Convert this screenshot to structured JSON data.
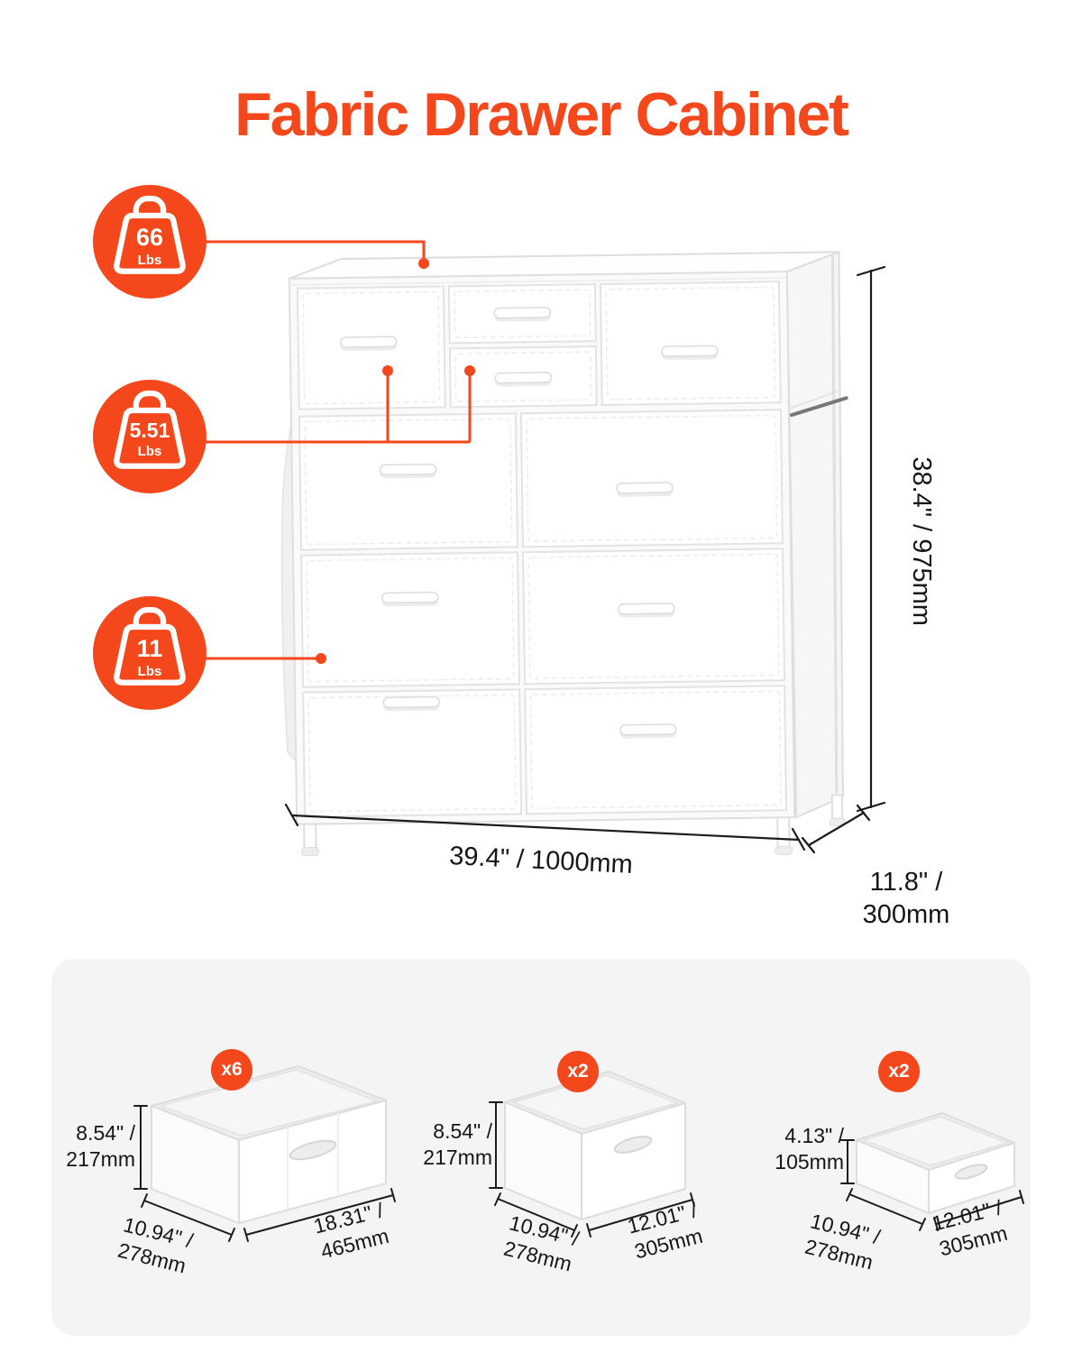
{
  "colors": {
    "accent": "#F4481C",
    "panel_bg": "#F4F4F5",
    "line": "#1C1C1C"
  },
  "header": {
    "title": "Fabric Drawer Cabinet"
  },
  "weight_badges": [
    {
      "id": "top-surface-capacity",
      "value": "66",
      "unit": "Lbs"
    },
    {
      "id": "small-drawer-capacity",
      "value": "5.51",
      "unit": "Lbs"
    },
    {
      "id": "large-drawer-capacity",
      "value": "11",
      "unit": "Lbs"
    }
  ],
  "cabinet_dimensions": {
    "height": "38.4\" / 975mm",
    "width": "39.4\" / 1000mm",
    "depth_line1": "11.8\" /",
    "depth_line2": "300mm"
  },
  "bins": [
    {
      "count": "x6",
      "height_line1": "8.54\" /",
      "height_line2": "217mm",
      "depth_line1": "10.94\" /",
      "depth_line2": "278mm",
      "width_line1": "18.31\" /",
      "width_line2": "465mm"
    },
    {
      "count": "x2",
      "height_line1": "8.54\" /",
      "height_line2": "217mm",
      "depth_line1": "10.94\" /",
      "depth_line2": "278mm",
      "width_line1": "12.01\" /",
      "width_line2": "305mm"
    },
    {
      "count": "x2",
      "height_line1": "4.13\" /",
      "height_line2": "105mm",
      "depth_line1": "10.94\" /",
      "depth_line2": "278mm",
      "width_line1": "12.01\" /",
      "width_line2": "305mm"
    }
  ]
}
